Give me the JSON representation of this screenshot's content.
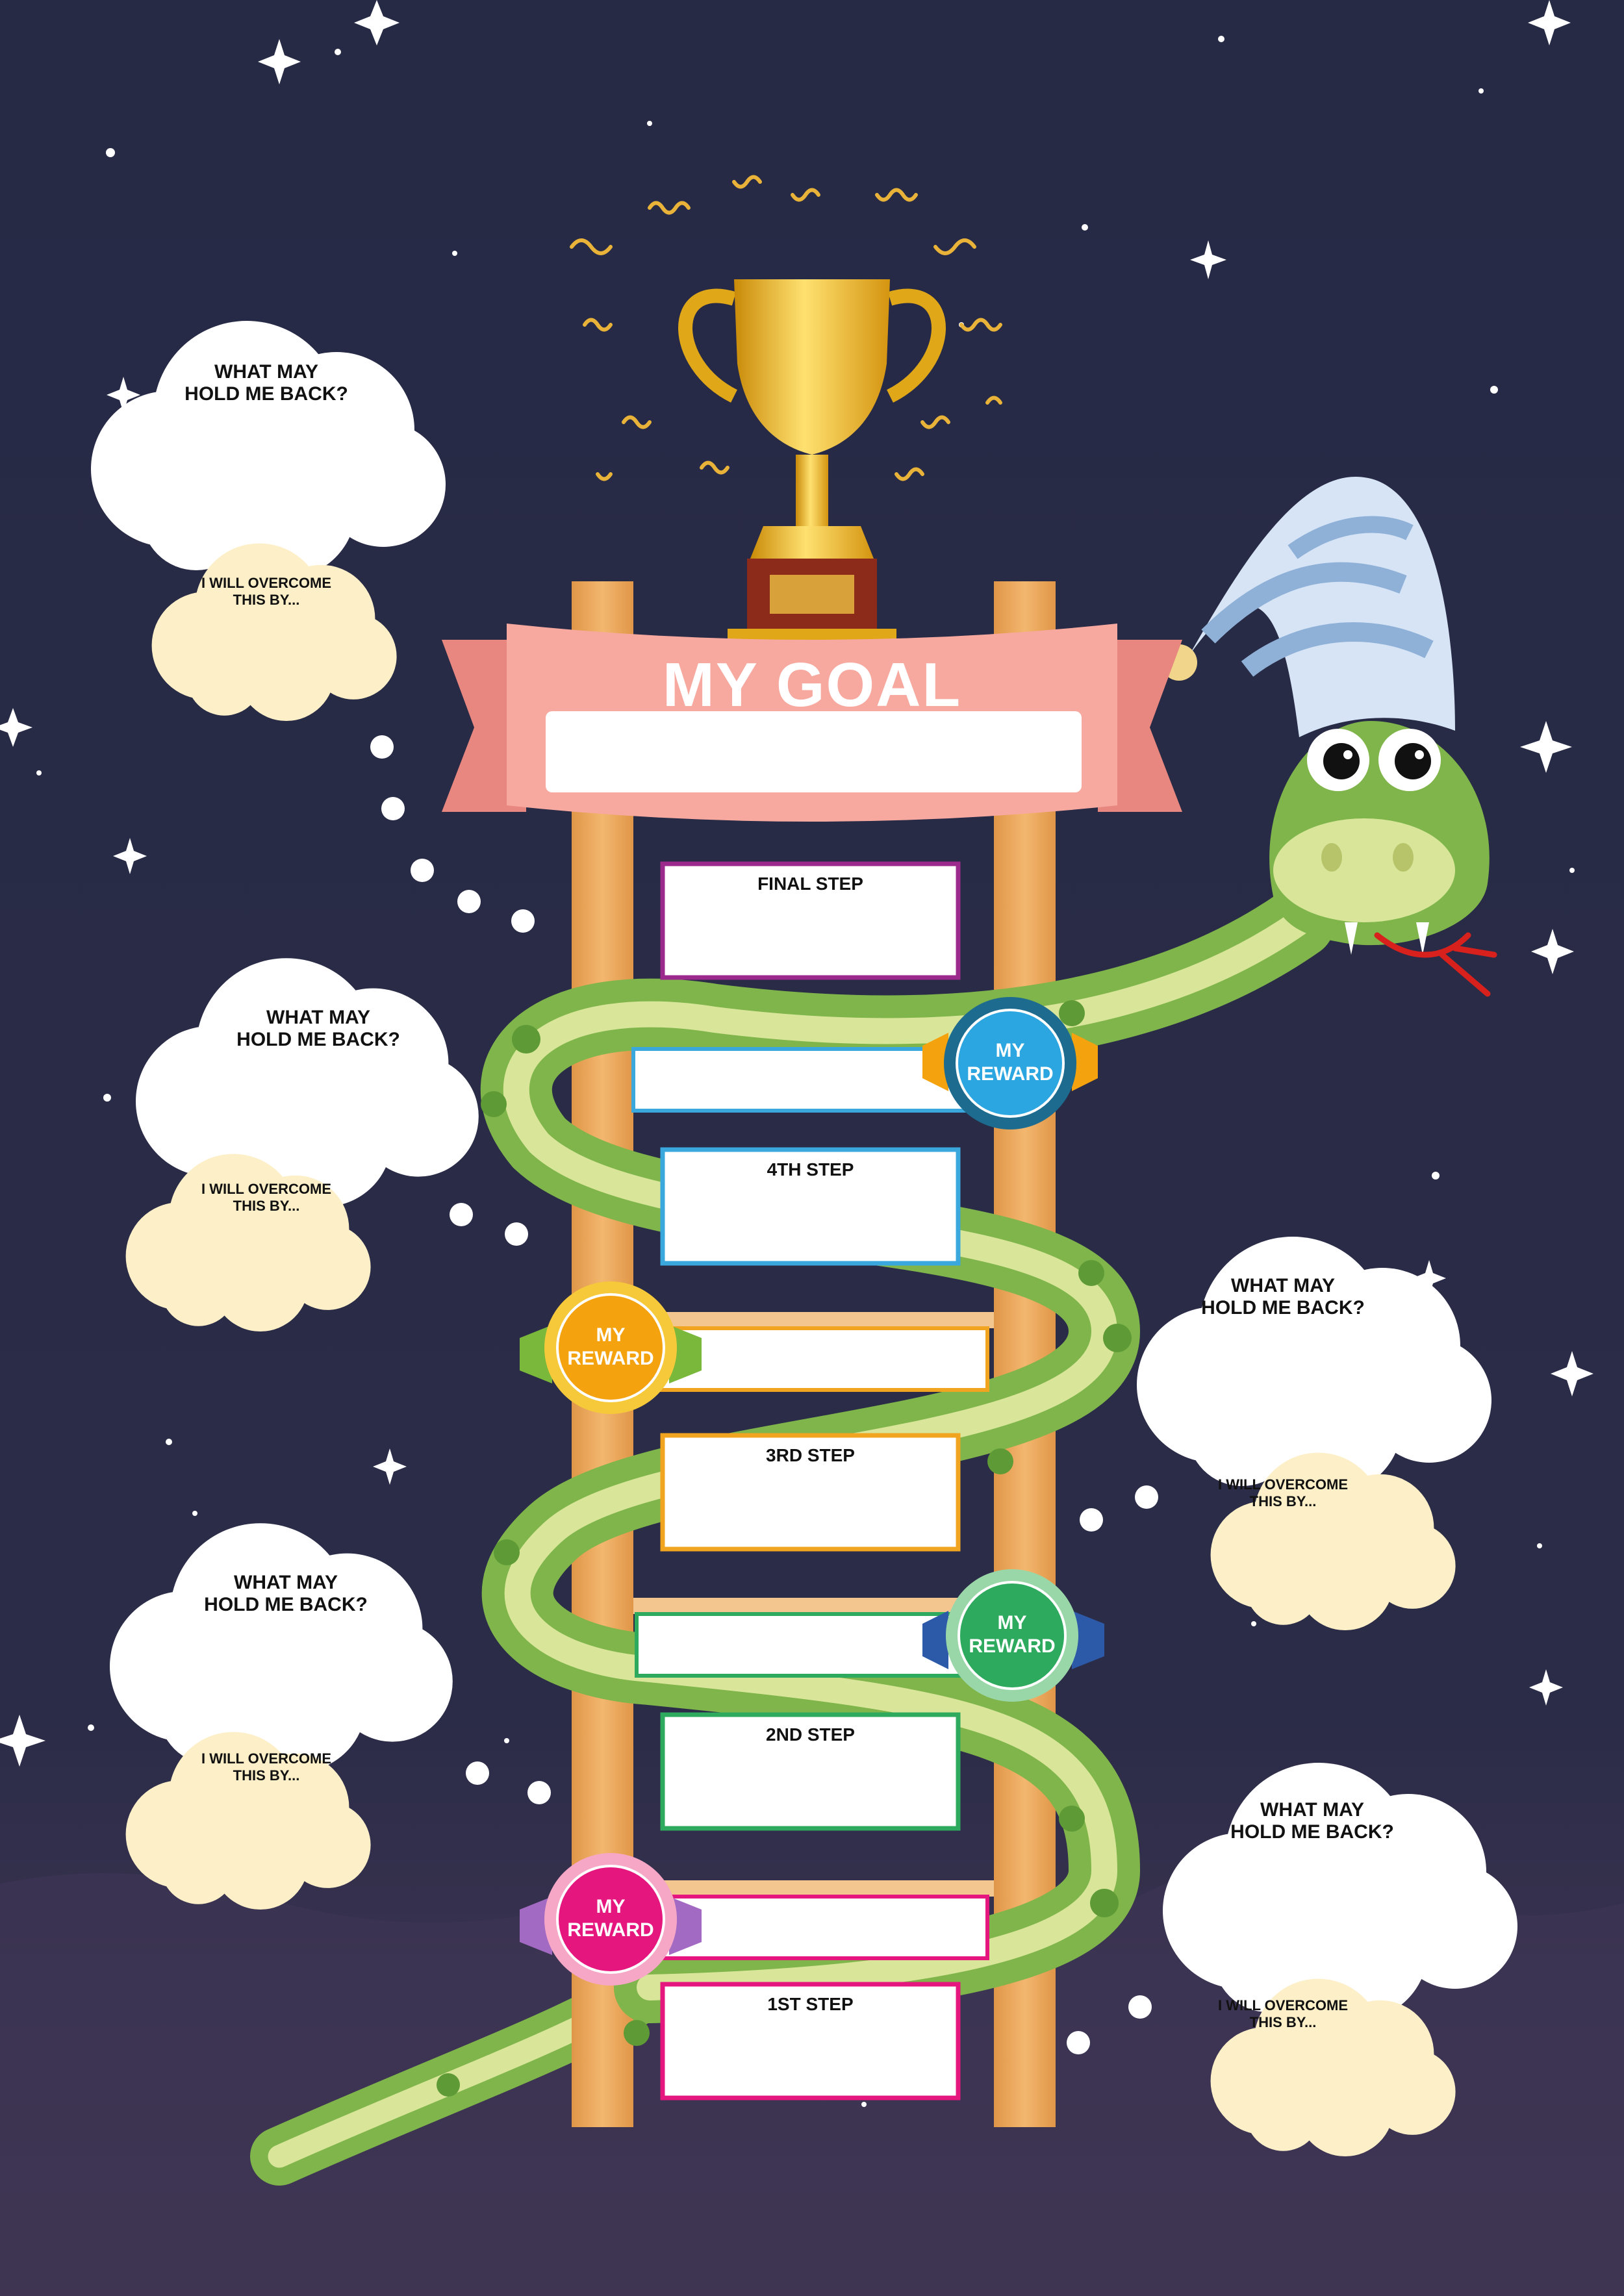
{
  "goal": {
    "title": "MY GOAL"
  },
  "steps": {
    "final": "FINAL STEP",
    "fourth": "4TH STEP",
    "third": "3RD STEP",
    "second": "2ND STEP",
    "first": "1ST STEP"
  },
  "rewards": {
    "label": "MY\nREWARD",
    "colors": {
      "blue": "#2ba6e0",
      "orange": "#f5a20f",
      "green": "#2eaa5e",
      "pink": "#e5177f"
    }
  },
  "clouds": {
    "question": "WHAT MAY\nHOLD ME BACK?",
    "overcome": "I WILL OVERCOME\nTHIS BY..."
  },
  "colors": {
    "sky_top": "#262a45",
    "sky_bottom": "#3f3553",
    "banner": "#f7a9a0",
    "ladder": "#eba45e",
    "snake": "#7fb54a",
    "trophy": "#f2b51c",
    "thought_cream": "#fdefc7"
  }
}
